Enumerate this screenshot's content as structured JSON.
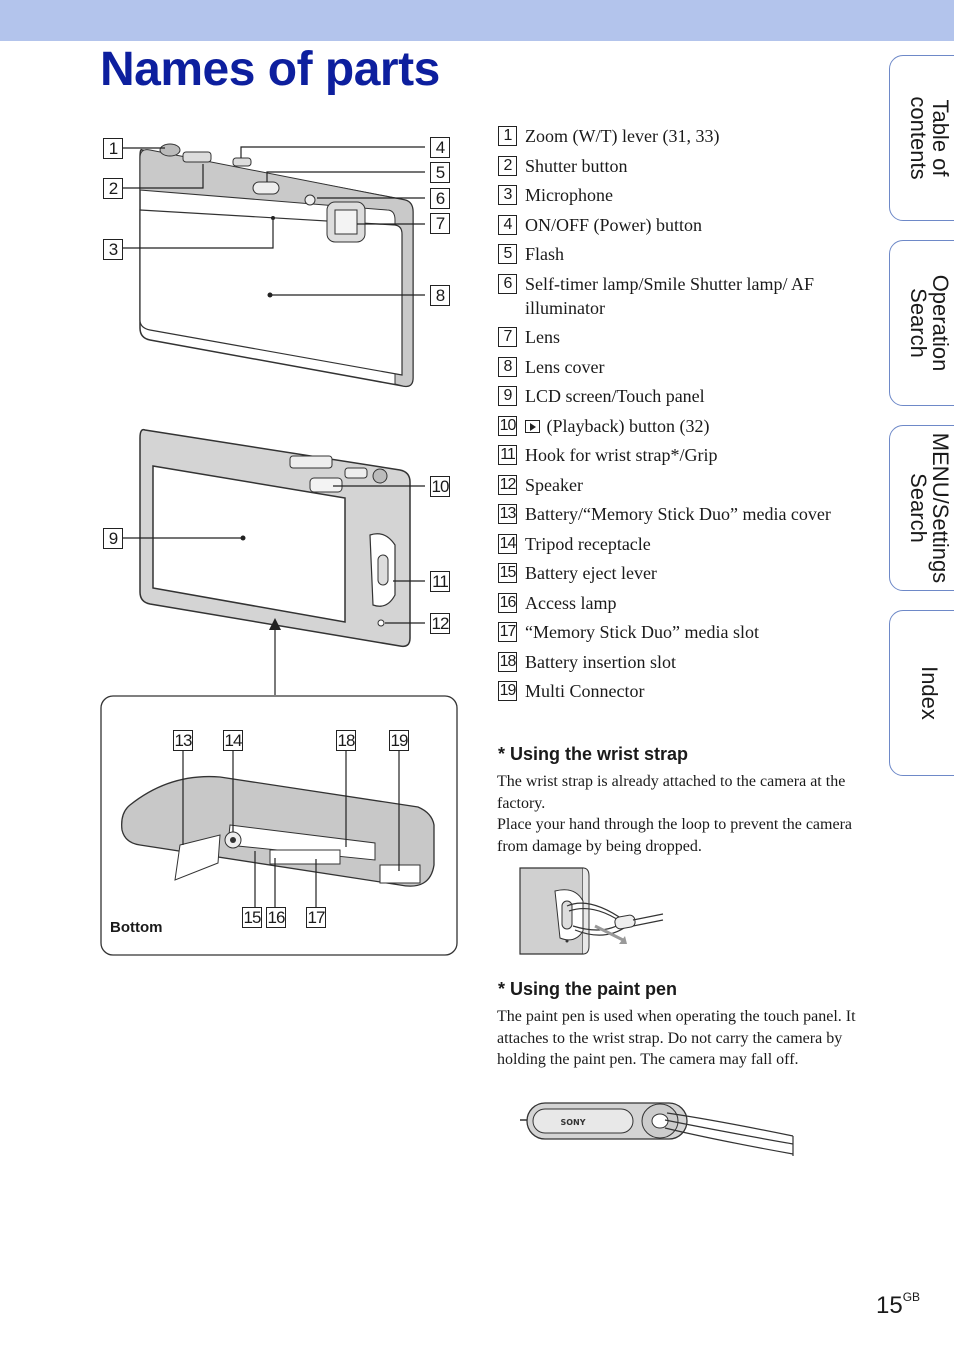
{
  "page": {
    "title": "Names of parts",
    "page_number": "15",
    "page_suffix": "GB"
  },
  "tabs": [
    {
      "label": "Table of\ncontents"
    },
    {
      "label": "Operation\nSearch"
    },
    {
      "label": "MENU/Settings\nSearch"
    },
    {
      "label": "Index"
    }
  ],
  "parts": [
    {
      "num": "1",
      "label": "Zoom (W/T) lever (31, 33)"
    },
    {
      "num": "2",
      "label": "Shutter button"
    },
    {
      "num": "3",
      "label": "Microphone"
    },
    {
      "num": "4",
      "label": "ON/OFF (Power) button"
    },
    {
      "num": "5",
      "label": "Flash"
    },
    {
      "num": "6",
      "label": "Self-timer lamp/Smile Shutter lamp/ AF illuminator"
    },
    {
      "num": "7",
      "label": "Lens"
    },
    {
      "num": "8",
      "label": "Lens cover"
    },
    {
      "num": "9",
      "label": "LCD screen/Touch panel"
    },
    {
      "num": "10",
      "label": "(Playback) button (32)"
    },
    {
      "num": "11",
      "label": "Hook for wrist strap*/Grip"
    },
    {
      "num": "12",
      "label": "Speaker"
    },
    {
      "num": "13",
      "label": "Battery/“Memory Stick Duo” media cover"
    },
    {
      "num": "14",
      "label": "Tripod receptacle"
    },
    {
      "num": "15",
      "label": "Battery eject lever"
    },
    {
      "num": "16",
      "label": "Access lamp"
    },
    {
      "num": "17",
      "label": "“Memory Stick Duo” media slot"
    },
    {
      "num": "18",
      "label": "Battery insertion slot"
    },
    {
      "num": "19",
      "label": "Multi Connector"
    }
  ],
  "wrist_strap": {
    "heading": "* Using the wrist strap",
    "text": "The wrist strap is already attached to the camera at the factory.\nPlace your hand through the loop to prevent the camera from damage by being dropped."
  },
  "paint_pen": {
    "heading": "* Using the paint pen",
    "text": "The paint pen is used when operating the touch panel. It attaches to the wrist strap. Do not carry the camera by holding the paint pen. The camera may fall off.",
    "brand": "SONY"
  },
  "figure": {
    "bottom_label": "Bottom"
  }
}
